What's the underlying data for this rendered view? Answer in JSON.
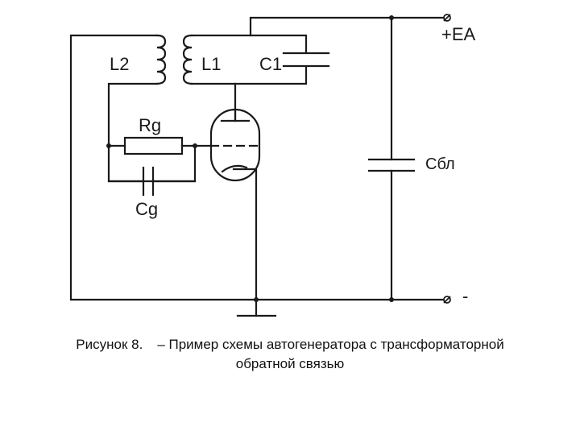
{
  "labels": {
    "l2": "L2",
    "l1": "L1",
    "c1": "C1",
    "rg": "Rg",
    "cg": "Cg",
    "cbl": "Cбл",
    "ea": "+EA",
    "minus": "-"
  },
  "caption": {
    "number": "Рисунок 8.",
    "line1": "– Пример схемы автогенератора с трансформаторной",
    "line2": "обратной связью"
  }
}
